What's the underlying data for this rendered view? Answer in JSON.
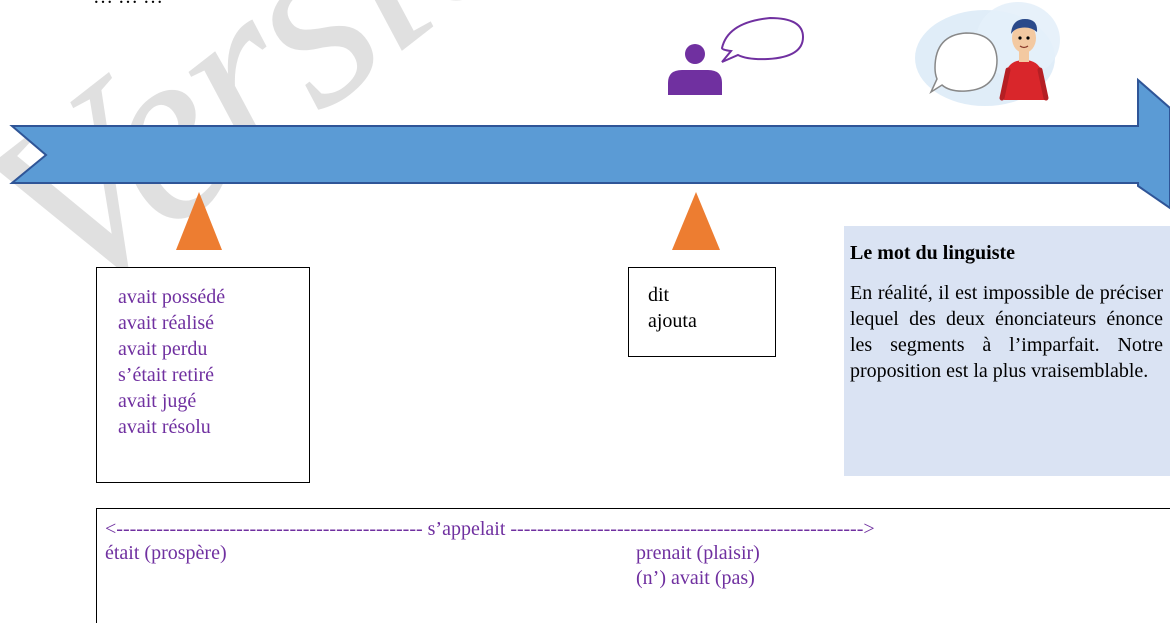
{
  "top_fragment": "…  …     …",
  "watermark_text": "Version",
  "colors": {
    "arrow_fill": "#5b9bd5",
    "arrow_stroke": "#2f5597",
    "marker": "#ed7d31",
    "purple": "#7030a0",
    "note_bg": "#dae3f3"
  },
  "icons": {
    "speaker": "speaking-person-icon",
    "cartoon": "cartoon-man-speech-bubble-icon"
  },
  "past_box": {
    "items": [
      "avait possédé",
      "avait réalisé",
      "avait perdu",
      "s’était retiré",
      "avait jugé",
      "avait résolu"
    ]
  },
  "speech_box": {
    "items": [
      "dit",
      "ajouta"
    ]
  },
  "note": {
    "title": "Le mot du linguiste",
    "text": "En réalité, il est impossible de préciser lequel des deux énonciateurs énonce les segments à l’imparfait. Notre proposition est la plus vraisemblable."
  },
  "bottom": {
    "span_line": "<---------------------------------------------- s’appelait ----------------------------------------------------->",
    "left_item": "était (prospère)",
    "right_items": [
      "prenait (plaisir)",
      "(n’) avait (pas)"
    ]
  }
}
